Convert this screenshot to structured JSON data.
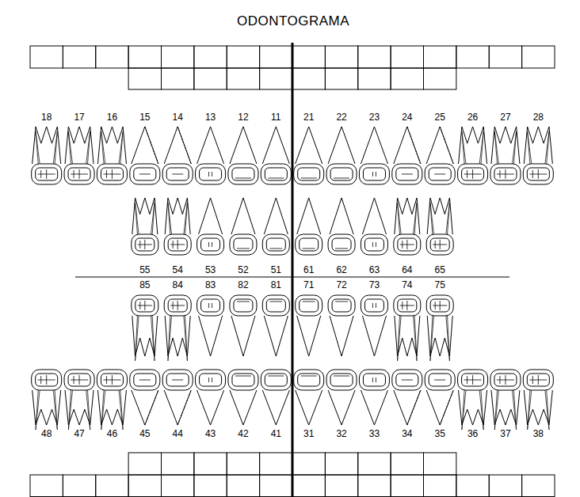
{
  "diagram": {
    "title": "ODONTOGRAMA",
    "labels": [
      "18",
      "17",
      "16",
      "15",
      "14",
      "13",
      "12",
      "11",
      "21",
      "22",
      "23",
      "24",
      "25",
      "26",
      "27",
      "28",
      "55",
      "54",
      "53",
      "52",
      "51",
      "61",
      "62",
      "63",
      "64",
      "65",
      "85",
      "84",
      "83",
      "82",
      "81",
      "71",
      "72",
      "73",
      "74",
      "75",
      "48",
      "47",
      "46",
      "45",
      "44",
      "43",
      "42",
      "41",
      "31",
      "32",
      "33",
      "34",
      "35",
      "36",
      "37",
      "38"
    ]
  }
}
